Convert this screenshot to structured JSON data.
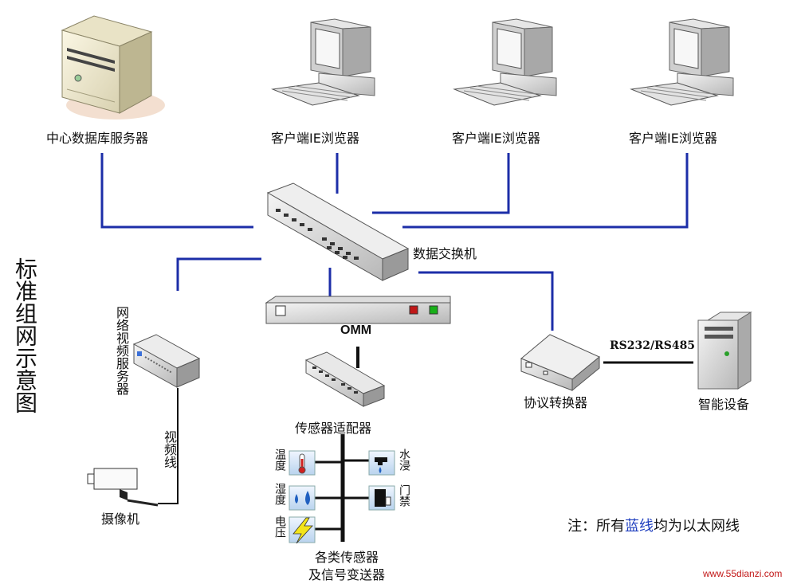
{
  "labels": {
    "db_server": "中心数据库服务器",
    "client1": "客户端IE浏览器",
    "client2": "客户端IE浏览器",
    "client3": "客户端IE浏览器",
    "switch": "数据交换机",
    "title": "标准组网示意图",
    "video_server": "网络视频服务器",
    "omm": "OMM",
    "protocol_converter": "协议转换器",
    "rs": "RS232/RS485",
    "smart_device": "智能设备",
    "video_line": "视频线",
    "sensor_adapter": "传感器适配器",
    "camera": "摄像机",
    "temp": "温度",
    "humidity": "湿度",
    "voltage": "电压",
    "water": "水浸",
    "door": "门禁",
    "sensors_line1": "各类传感器",
    "sensors_line2": "及信号变送器",
    "note_prefix": "注：所有",
    "note_blue": "蓝线",
    "note_suffix": "均为以太网线",
    "watermark": "www.55dianzi.com"
  },
  "colors": {
    "ethernet_line": "#1c2ea8",
    "black_line": "#111111",
    "note_blue": "#1f3fbf",
    "watermark": "#c21818"
  }
}
